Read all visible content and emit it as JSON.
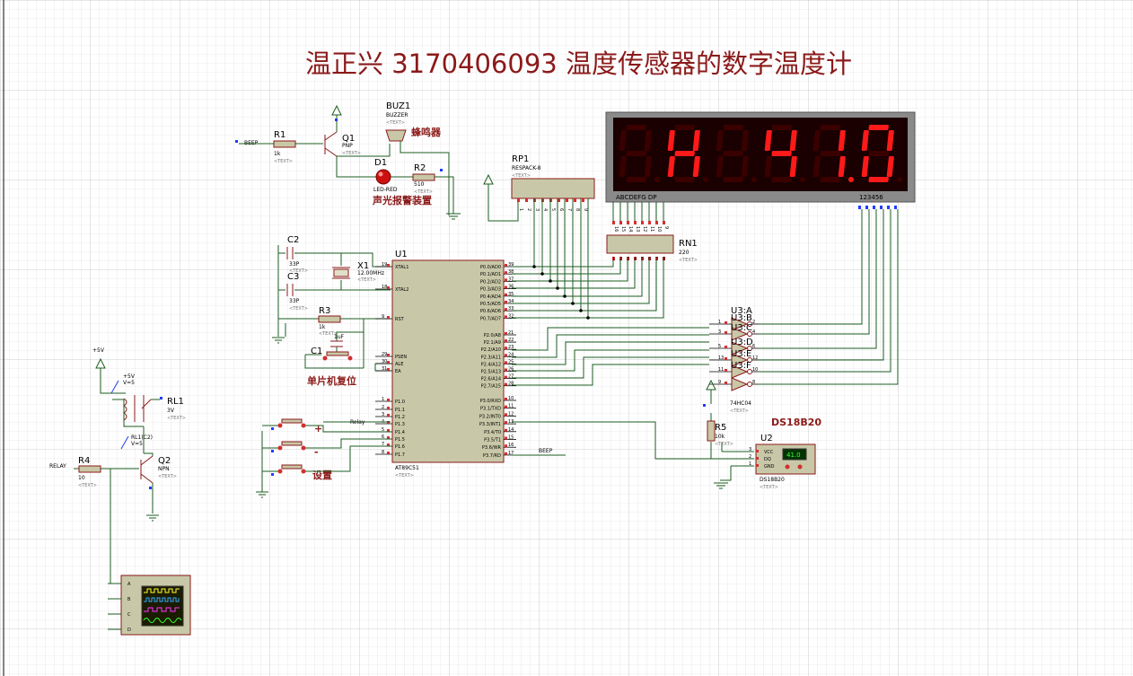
{
  "title": "温正兴 3170406093  温度传感器的数字温度计",
  "placeholder": "<TEXT>",
  "display": {
    "chars": [
      "",
      "H",
      "",
      "4",
      "1",
      "0"
    ],
    "left_label": "ABCDEFG  DP",
    "right_label": "123456",
    "color": "#ff1a1a"
  },
  "annotations": {
    "buzzer": "蜂鸣器",
    "alarm": "声光报警装置",
    "reset": "单片机复位",
    "setting": "设置",
    "plus": "+",
    "minus": "-",
    "sensor": "DS18B20"
  },
  "components": {
    "R1": {
      "ref": "R1",
      "value": "1k"
    },
    "R2": {
      "ref": "R2",
      "value": "510"
    },
    "R3": {
      "ref": "R3",
      "value": "1k"
    },
    "R4": {
      "ref": "R4",
      "value": "10"
    },
    "R5": {
      "ref": "R5",
      "value": "10k"
    },
    "Q1": {
      "ref": "Q1",
      "value": "PNP"
    },
    "Q2": {
      "ref": "Q2",
      "value": "NPN"
    },
    "D1": {
      "ref": "D1",
      "value": "LED-RED"
    },
    "BUZ1": {
      "ref": "BUZ1",
      "value": "BUZZER"
    },
    "C1": {
      "ref": "C1",
      "value": "1uF"
    },
    "C2": {
      "ref": "C2",
      "value": "33P"
    },
    "C3": {
      "ref": "C3",
      "value": "33P"
    },
    "X1": {
      "ref": "X1",
      "value": "12.00MHz"
    },
    "RP1": {
      "ref": "RP1",
      "value": "RESPACK-8"
    },
    "RN1": {
      "ref": "RN1",
      "value": "220"
    },
    "U1": {
      "ref": "U1",
      "value": "AT89C51"
    },
    "U2": {
      "ref": "U2",
      "value": "DS18B20"
    },
    "U3": {
      "ref": "U3:A",
      "value": "74HC04"
    },
    "RL1": {
      "ref": "RL1",
      "value": "3V"
    }
  },
  "nets": {
    "beep": "BEEP",
    "relay_lbl": "RELAY",
    "relay_pin": "Relay",
    "plus5v": "+5V",
    "src_name": "+5V",
    "src_val": "V=5",
    "rl_name": "RL1(C2)",
    "rl_val": "V=5"
  },
  "u1_left_pins": [
    {
      "num": "19",
      "name": "XTAL1"
    },
    {
      "num": "18",
      "name": "XTAL2"
    },
    {
      "num": "9",
      "name": "RST"
    },
    {
      "num": "29",
      "name": "PSEN"
    },
    {
      "num": "30",
      "name": "ALE"
    },
    {
      "num": "31",
      "name": "EA"
    },
    {
      "num": "1",
      "name": "P1.0"
    },
    {
      "num": "2",
      "name": "P1.1"
    },
    {
      "num": "3",
      "name": "P1.2"
    },
    {
      "num": "4",
      "name": "P1.3"
    },
    {
      "num": "5",
      "name": "P1.4"
    },
    {
      "num": "6",
      "name": "P1.5"
    },
    {
      "num": "7",
      "name": "P1.6"
    },
    {
      "num": "8",
      "name": "P1.7"
    }
  ],
  "u1_right_pins": [
    {
      "num": "39",
      "name": "P0.0/AD0"
    },
    {
      "num": "38",
      "name": "P0.1/AD1"
    },
    {
      "num": "37",
      "name": "P0.2/AD2"
    },
    {
      "num": "36",
      "name": "P0.3/AD3"
    },
    {
      "num": "35",
      "name": "P0.4/AD4"
    },
    {
      "num": "34",
      "name": "P0.5/AD5"
    },
    {
      "num": "33",
      "name": "P0.6/AD6"
    },
    {
      "num": "32",
      "name": "P0.7/AD7"
    },
    {
      "num": "21",
      "name": "P2.0/A8"
    },
    {
      "num": "22",
      "name": "P2.1/A9"
    },
    {
      "num": "23",
      "name": "P2.2/A10"
    },
    {
      "num": "24",
      "name": "P2.3/A11"
    },
    {
      "num": "25",
      "name": "P2.4/A12"
    },
    {
      "num": "26",
      "name": "P2.5/A13"
    },
    {
      "num": "27",
      "name": "P2.6/A14"
    },
    {
      "num": "28",
      "name": "P2.7/A15"
    },
    {
      "num": "10",
      "name": "P3.0/RXD"
    },
    {
      "num": "11",
      "name": "P3.1/TXD"
    },
    {
      "num": "12",
      "name": "P3.2/INT0"
    },
    {
      "num": "13",
      "name": "P3.3/INT1"
    },
    {
      "num": "14",
      "name": "P3.4/T0"
    },
    {
      "num": "15",
      "name": "P3.5/T1"
    },
    {
      "num": "16",
      "name": "P3.6/WR"
    },
    {
      "num": "17",
      "name": "P3.7/RD"
    }
  ],
  "u3_gates": [
    {
      "in": "1",
      "out": "2",
      "name": "U3:B"
    },
    {
      "in": "3",
      "out": "4",
      "name": "U3:C"
    },
    {
      "in": "5",
      "out": "6",
      "name": "U3:D"
    },
    {
      "in": "13",
      "out": "12",
      "name": "U3:E"
    },
    {
      "in": "11",
      "out": "10",
      "name": "U3:F"
    },
    {
      "in": "9",
      "out": "8",
      "name": ""
    }
  ],
  "ds18b20": {
    "pins": [
      {
        "num": "3",
        "name": "VCC"
      },
      {
        "num": "2",
        "name": "DQ"
      },
      {
        "num": "1",
        "name": "GND"
      }
    ],
    "reading": "41.0"
  },
  "rp1_pins": [
    "1",
    "2",
    "3",
    "4",
    "5",
    "6",
    "7",
    "8",
    "9"
  ],
  "rn1_pins": [
    "16",
    "15",
    "14",
    "13",
    "12",
    "11",
    "10",
    "9"
  ],
  "rn1_pins_bottom": [
    "1",
    "2",
    "3",
    "4",
    "5",
    "6",
    "7",
    "8"
  ],
  "scope_channels": [
    "A",
    "B",
    "C",
    "D"
  ]
}
